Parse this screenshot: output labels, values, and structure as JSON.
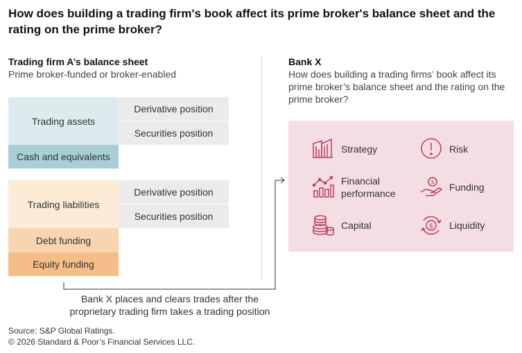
{
  "title": "How does building a trading firm's book affect its prime broker's balance sheet and the rating on the prime broker?",
  "left": {
    "heading": "Trading firm A’s balance sheet",
    "subtitle": "Prime broker-funded or broker-enabled",
    "assets": {
      "trading_assets": "Trading assets",
      "derivative": "Derivative position",
      "securities": "Securities position",
      "cash": "Cash and equivalents"
    },
    "liabilities": {
      "trading_liabilities": "Trading liabilities",
      "derivative": "Derivative position",
      "securities": "Securities position",
      "debt": "Debt funding",
      "equity": "Equity funding"
    }
  },
  "right": {
    "heading": "Bank X",
    "subtitle": "How does building a trading firms’ book affect its prime broker’s balance sheet and the rating on the prime broker?",
    "items": {
      "strategy": "Strategy",
      "risk": "Risk",
      "financial_1": "Financial",
      "financial_2": "performance",
      "funding": "Funding",
      "capital": "Capital",
      "liquidity": "Liquidity"
    },
    "icons": [
      "strategy-icon",
      "risk-icon",
      "financial-performance-icon",
      "funding-icon",
      "capital-icon",
      "liquidity-icon"
    ],
    "icon_color": "#c0395d",
    "panel_color": "#f5dde4"
  },
  "connector": {
    "line1": "Bank X places and clears trades after the",
    "line2": "proprietary trading firm takes a trading position"
  },
  "footer": {
    "source": "Source: S&P Global Ratings.",
    "copyright": "© 2026 Standard & Poor’s Financial Services LLC."
  }
}
